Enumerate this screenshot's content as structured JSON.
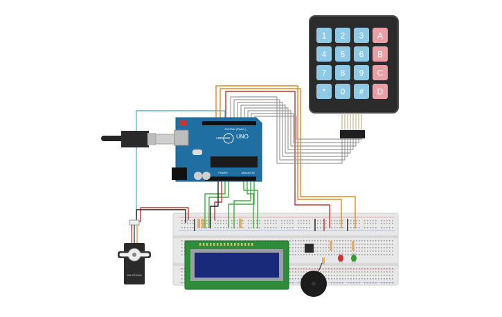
{
  "keypad": {
    "rows": [
      [
        "1",
        "2",
        "3",
        "A"
      ],
      [
        "4",
        "5",
        "6",
        "B"
      ],
      [
        "7",
        "8",
        "9",
        "C"
      ],
      [
        "*",
        "0",
        "#",
        "D"
      ]
    ],
    "colors": {
      "digit": "#8ec9e6",
      "letter": "#e8a0a6",
      "body": "#2b2b2b",
      "border": "#4a4a4a"
    }
  },
  "arduino": {
    "brand": "ARDUINO",
    "model": "UNO",
    "digital_label": "DIGITAL (PWM~)",
    "power_label": "POWER",
    "analog_label": "ANALOG IN",
    "color": "#1f6fa3"
  },
  "servo": {
    "label": "SM-S2309S"
  },
  "wire_colors": {
    "orange": "#e08a1c",
    "gray": "#9a9a9a",
    "teal": "#5bb8c8",
    "green": "#3ab03a",
    "red": "#d0312d",
    "black": "#222222",
    "darkred": "#b02020"
  },
  "components": {
    "led_red": "#d32f2f",
    "led_green": "#2e9d2e",
    "lcd_board": "#2f8c3a",
    "lcd_screen": "#1a2a7a",
    "breadboard": "#e6e6e6",
    "buzzer": "#1c1c1c"
  }
}
